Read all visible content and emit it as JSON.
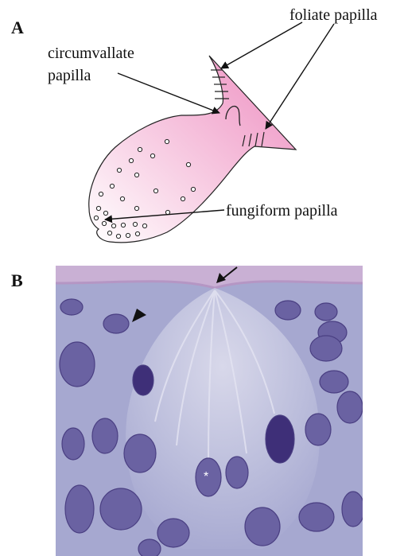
{
  "panels": {
    "a": {
      "letter": "A"
    },
    "b": {
      "letter": "B"
    }
  },
  "labels": {
    "foliate": "foliate papilla",
    "circumvallate_line1": "circumvallate",
    "circumvallate_line2": "papilla",
    "fungiform": "fungiform papilla"
  },
  "micrograph": {
    "asterisk": "*"
  },
  "colors": {
    "tongue_pink": "#f0a6cc",
    "tissue_blue": "#a9abd2",
    "nucleus_purple": "#5b4c8e",
    "surface_pink": "#c29ac6"
  }
}
